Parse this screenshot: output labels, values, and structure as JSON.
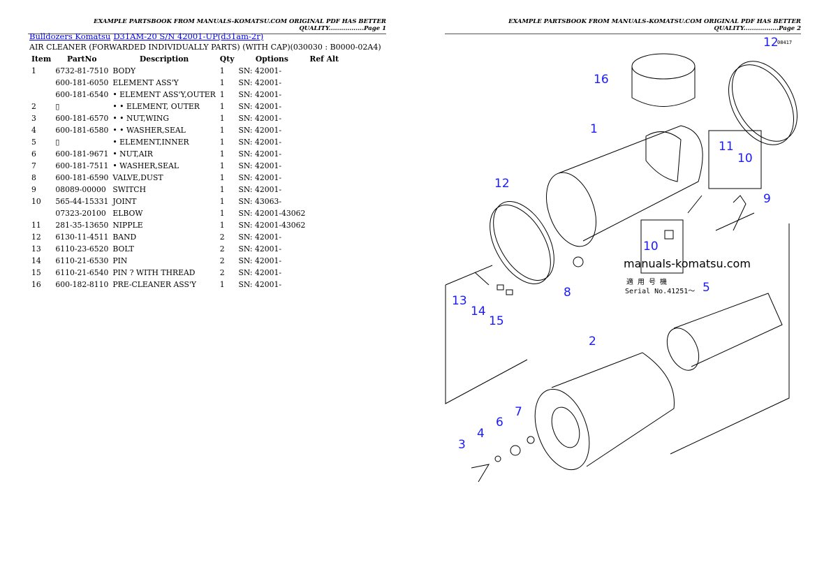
{
  "header_left": "EXAMPLE PARTSBOOK FROM MANUALS-KOMATSU.COM ORIGINAL PDF HAS BETTER QUALITY.................Page 1",
  "header_right": "EXAMPLE PARTSBOOK FROM MANUALS-KOMATSU.COM ORIGINAL PDF HAS BETTER QUALITY.................Page 2",
  "breadcrumb": {
    "link1": "Bulldozers Komatsu",
    "link2": "D31AM-20 S/N 42001-UP(d31am-2r)"
  },
  "section_title": "AIR CLEANER (FORWARDED INDIVIDUALLY PARTS) (WITH CAP)(030030 : B0000-02A4)",
  "columns": [
    "Item",
    "PartNo",
    "Description",
    "Qty",
    "Options",
    "Ref Alt"
  ],
  "rows": [
    [
      "1",
      "6732-81-7510",
      "BODY",
      "1",
      "SN: 42001-",
      ""
    ],
    [
      "",
      "600-181-6050",
      "ELEMENT ASS'Y",
      "1",
      "SN: 42001-",
      ""
    ],
    [
      "",
      "600-181-6540",
      "• ELEMENT ASS'Y,OUTER",
      "1",
      "SN: 42001-",
      ""
    ],
    [
      "2",
      "▯",
      "• • ELEMENT, OUTER",
      "1",
      "SN: 42001-",
      ""
    ],
    [
      "3",
      "600-181-6570",
      "• • NUT,WING",
      "1",
      "SN: 42001-",
      ""
    ],
    [
      "4",
      "600-181-6580",
      "• • WASHER,SEAL",
      "1",
      "SN: 42001-",
      ""
    ],
    [
      "5",
      "▯",
      "• ELEMENT,INNER",
      "1",
      "SN: 42001-",
      ""
    ],
    [
      "6",
      "600-181-9671",
      "• NUT,AIR",
      "1",
      "SN: 42001-",
      ""
    ],
    [
      "7",
      "600-181-7511",
      "• WASHER,SEAL",
      "1",
      "SN: 42001-",
      ""
    ],
    [
      "8",
      "600-181-6590",
      "VALVE,DUST",
      "1",
      "SN: 42001-",
      ""
    ],
    [
      "9",
      "08089-00000",
      "SWITCH",
      "1",
      "SN: 42001-",
      ""
    ],
    [
      "10",
      "565-44-15331",
      "JOINT",
      "1",
      "SN: 43063-",
      ""
    ],
    [
      "",
      "07323-20100",
      "ELBOW",
      "1",
      "SN: 42001-43062",
      ""
    ],
    [
      "11",
      "281-35-13650",
      "NIPPLE",
      "1",
      "SN: 42001-43062",
      ""
    ],
    [
      "12",
      "6130-11-4511",
      "BAND",
      "2",
      "SN: 42001-",
      ""
    ],
    [
      "13",
      "6110-23-6520",
      "BOLT",
      "2",
      "SN: 42001-",
      ""
    ],
    [
      "14",
      "6110-21-6530",
      "PIN",
      "2",
      "SN: 42001-",
      ""
    ],
    [
      "15",
      "6110-21-6540",
      "PIN ? WITH THREAD",
      "2",
      "SN: 42001-",
      ""
    ],
    [
      "16",
      "600-182-8110",
      "PRE-CLEANER ASS'Y",
      "1",
      "SN: 42001-",
      ""
    ]
  ],
  "diagram": {
    "watermark": "manuals-komatsu.com",
    "jp_text": "適 用 号 機",
    "serial_text": "Serial No.41251～",
    "drawing_code": "08417",
    "callouts": [
      "16",
      "12",
      "1",
      "11",
      "10",
      "12",
      "9",
      "10",
      "5",
      "8",
      "13",
      "14",
      "15",
      "2",
      "6",
      "7",
      "4",
      "3"
    ],
    "callout_color": "#1a1aff"
  }
}
